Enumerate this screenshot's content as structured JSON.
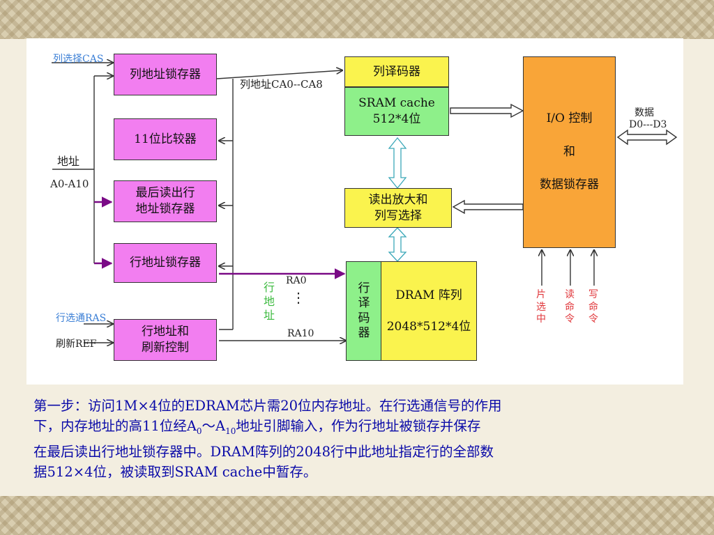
{
  "diagram": {
    "labels": {
      "cas": "列选择CAS",
      "addr": "地址",
      "addr_range": "A0-A10",
      "ras": "行选通RAS",
      "refresh": "刷新REF",
      "col_addr": "列地址CA0--CA8",
      "row_addr_word": [
        "行",
        "地",
        "址"
      ],
      "ra0": "RA0",
      "ra10": "RA10",
      "dots": "⋮",
      "data": "数据",
      "data_range": "D0---D3",
      "chip_select": [
        "片",
        "选",
        "中"
      ],
      "read_cmd": [
        "读",
        "命",
        "令"
      ],
      "write_cmd": [
        "写",
        "命",
        "令"
      ]
    },
    "boxes": {
      "col_latch": "列地址锁存器",
      "cmp11": "11位比较器",
      "last_row_latch_1": "最后读出行",
      "last_row_latch_2": "地址锁存器",
      "row_latch": "行地址锁存器",
      "row_refresh_1": "行地址和",
      "row_refresh_2": "刷新控制",
      "col_decoder": "列译码器",
      "sram_1": "SRAM cache",
      "sram_2": "512*4位",
      "sense_1": "读出放大和",
      "sense_2": "列写选择",
      "io_1": "I/O  控制",
      "io_2": "和",
      "io_3": "数据锁存器",
      "row_decoder": [
        "行",
        "译",
        "码",
        "器"
      ],
      "dram_1": "DRAM 阵列",
      "dram_2": "2048*512*4位"
    }
  },
  "text": {
    "line1": "第一步：访问1M×4位的EDRAM芯片需20位内存地址。在行选通信号的作用",
    "line2_a": "下，内存地址的高11位经A",
    "line2_sub0": "0",
    "line2_b": "～A",
    "line2_sub10": "10",
    "line2_c": "地址引脚输入，作为行地址被锁存并保存",
    "line3": "在最后读出行地址锁存器中。DRAM阵列的2048行中此地址指定行的全部数",
    "line4": "据512×4位，被读取到SRAM cache中暂存。"
  },
  "colors": {
    "pink": "#f27ef0",
    "yellow": "#faf34e",
    "green": "#8ef08a",
    "orange": "#f9a538",
    "purple_arrow": "#7a0a86",
    "text_blue": "#0a0aa8"
  }
}
